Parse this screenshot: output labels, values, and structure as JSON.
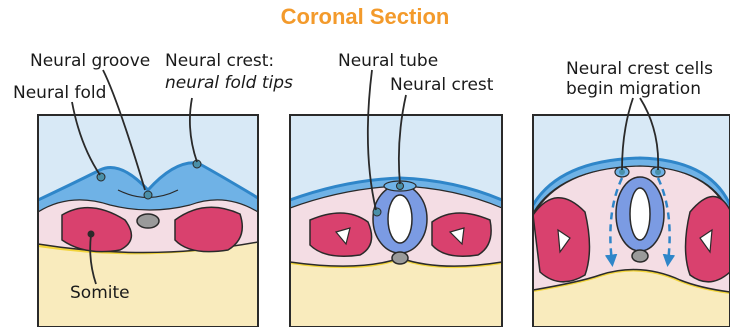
{
  "title": "Coronal Section",
  "labels": {
    "neural_groove": "Neural groove",
    "neural_fold": "Neural fold",
    "neural_crest_line1": "Neural crest:",
    "neural_crest_line2": "neural fold tips",
    "somite": "Somite",
    "neural_tube": "Neural tube",
    "neural_crest": "Neural crest",
    "migration_line1": "Neural crest cells",
    "migration_line2": "begin migration"
  },
  "colors": {
    "title": "#f39a2b",
    "ectoderm_bg": "#d8e9f6",
    "ectoderm_line": "#2f86c9",
    "neural_plate": "#6fb2e6",
    "neural_tube": "#7b9be3",
    "mesoderm": "#f4dde4",
    "somite": "#d9416e",
    "endoderm": "#f9ebbd",
    "yellow_line": "#f2d43a",
    "notochord": "#9a9a9a",
    "crest_cell": "#4a8fa8",
    "outline": "#2a2a2a"
  }
}
